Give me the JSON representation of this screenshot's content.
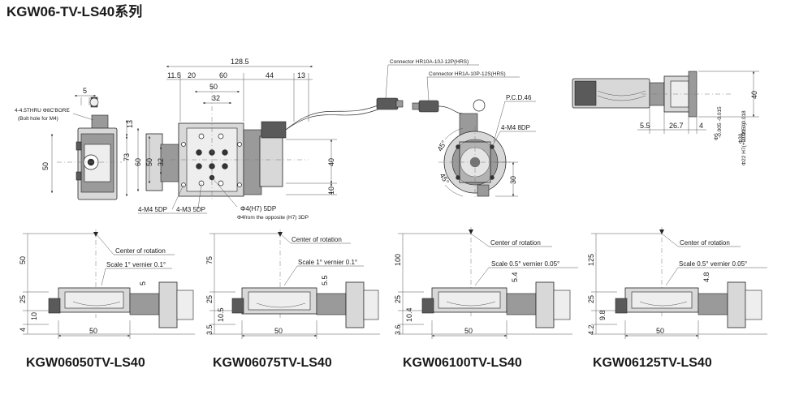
{
  "title": "KGW06-TV-LS40系列",
  "top_view": {
    "dims_top": [
      "128.5",
      "11.5",
      "20",
      "60",
      "44",
      "13",
      "50",
      "32"
    ],
    "dims_left": [
      "13",
      "73",
      "60",
      "50",
      "32"
    ],
    "dims_right": [
      "40",
      "10"
    ],
    "labels": {
      "m4_5dp": "4-M4 5DP",
      "m3_5dp": "4-M3 5DP",
      "phi4_h7": "Φ4(H7) 5DP",
      "phi4_opposite": "Φ4from the opposite (H7) 3DP"
    }
  },
  "connectors": {
    "c1": "Connector HR10A-10J-12P(HRS)",
    "c2": "Connector HR1A-10P-12S(HRS)"
  },
  "left_view": {
    "dim_5": "5",
    "dim_50": "50",
    "bore_line1": "4-4.5THRU Φ8C'BORE",
    "bore_line2": "(Bolt hole for M4)"
  },
  "round_view": {
    "pcd": "P.C.D.46",
    "m4_8dp": "4-M4 8DP",
    "angle_45a": "45°",
    "angle_45b": "45°",
    "dim_30": "30"
  },
  "shaft_view": {
    "dim_40": "40",
    "dim_5_5": "5.5",
    "dim_26_7": "26.7",
    "dim_4": "4",
    "phi5": "Φ5",
    "phi5_tol": "-0.005 -0.015",
    "phi22": "Φ22 H7(+0.021 0)",
    "phi30": "Φ30",
    "phi30_tol": "-0.005 -0.018"
  },
  "variants": [
    {
      "model": "KGW06050TV-LS40",
      "center": "Center of rotation",
      "scale": "Scale 1° vernier 0.1°",
      "height": "50",
      "dims": [
        "25",
        "10",
        "4"
      ],
      "base": "50",
      "offset": "5"
    },
    {
      "model": "KGW06075TV-LS40",
      "center": "Center of rotation",
      "scale": "Scale 1° vernier 0.1°",
      "height": "75",
      "dims": [
        "25",
        "10.5",
        "3.5"
      ],
      "base": "50",
      "offset": "5.5"
    },
    {
      "model": "KGW06100TV-LS40",
      "center": "Center of rotation",
      "scale": "Scale 0.5° vernier 0.05°",
      "height": "100",
      "dims": [
        "25",
        "10.4",
        "3.6"
      ],
      "base": "50",
      "offset": "5.4"
    },
    {
      "model": "KGW06125TV-LS40",
      "center": "Center of rotation",
      "scale": "Scale 0.5° vernier 0.05°",
      "height": "125",
      "dims": [
        "25",
        "9.8",
        "4.2"
      ],
      "base": "50",
      "offset": "4.8"
    }
  ]
}
